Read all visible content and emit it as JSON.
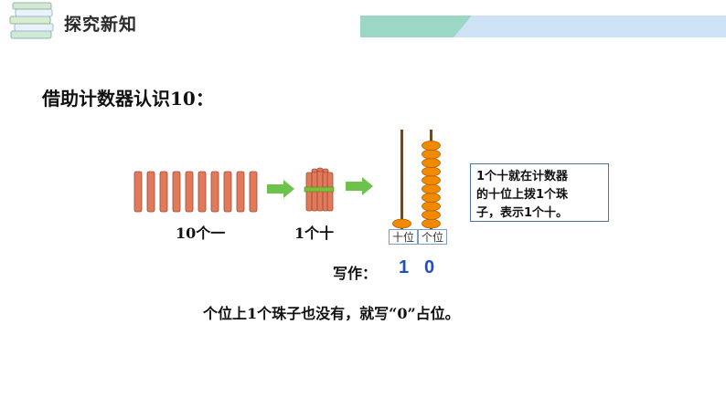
{
  "header": {
    "title": "探究新知",
    "colors": {
      "green_bar": "#9bd7c4",
      "blue_bar": "#cde3f5"
    }
  },
  "main": {
    "heading": "借助计数器认识10：",
    "sticks_label": "10个一",
    "bundle_label": "1个十",
    "note": {
      "line1": "1个十就在计数器",
      "line2": "的十位上拨1个珠",
      "line3": "子，表示1个十。"
    },
    "abacus": {
      "tens_label": "十位",
      "ones_label": "个位",
      "tens_beads": 1,
      "ones_beads": 10
    },
    "write": {
      "label": "写作：",
      "tens_digit": "1",
      "ones_digit": "0"
    },
    "footer": "个位上1个珠子也没有，就写“0”占位。",
    "colors": {
      "stick": "#e07a5a",
      "bead": "#f08a00",
      "arrow": "#6cc24a",
      "digit": "#1f4fc2"
    }
  }
}
